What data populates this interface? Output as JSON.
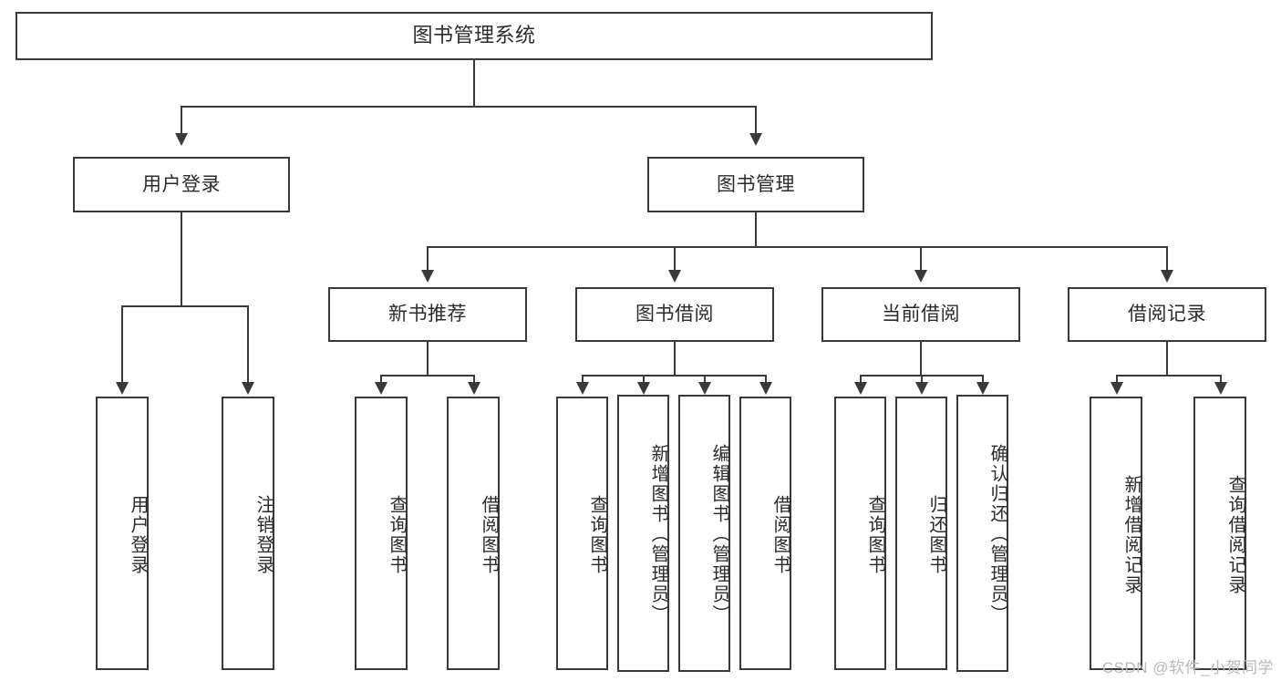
{
  "diagram": {
    "title": "图书管理系统",
    "type": "hierarchy-tree",
    "root": {
      "id": "root",
      "label": "图书管理系统"
    },
    "level2": [
      {
        "id": "user-login",
        "label": "用户登录"
      },
      {
        "id": "book-management",
        "label": "图书管理"
      }
    ],
    "level3": [
      {
        "id": "new-book-recommend",
        "label": "新书推荐"
      },
      {
        "id": "book-borrow",
        "label": "图书借阅"
      },
      {
        "id": "current-borrow",
        "label": "当前借阅"
      },
      {
        "id": "borrow-record",
        "label": "借阅记录"
      }
    ],
    "leaves": {
      "user_login": [
        {
          "id": "leaf-user-login",
          "label": "用户登录"
        },
        {
          "id": "leaf-logout-login",
          "label": "注销登录"
        }
      ],
      "new_book_recommend": [
        {
          "id": "leaf-query-book-1",
          "label": "查询图书"
        },
        {
          "id": "leaf-borrow-book-1",
          "label": "借阅图书"
        }
      ],
      "book_borrow": [
        {
          "id": "leaf-query-book-2",
          "label": "查询图书"
        },
        {
          "id": "leaf-add-book",
          "label": "新增图书（管理员）"
        },
        {
          "id": "leaf-edit-book",
          "label": "编辑图书（管理员）"
        },
        {
          "id": "leaf-borrow-book-2",
          "label": "借阅图书"
        }
      ],
      "current_borrow": [
        {
          "id": "leaf-query-book-3",
          "label": "查询图书"
        },
        {
          "id": "leaf-return-book",
          "label": "归还图书"
        },
        {
          "id": "leaf-confirm-return",
          "label": "确认归还（管理员）"
        }
      ],
      "borrow_record": [
        {
          "id": "leaf-add-record",
          "label": "新增借阅记录"
        },
        {
          "id": "leaf-query-record",
          "label": "查询借阅记录"
        }
      ]
    }
  },
  "watermark": {
    "text": "CSDN @软件_小贺同学"
  },
  "colors": {
    "stroke": "#3a3a3a",
    "text": "#2b2b2b",
    "background": "#ffffff",
    "watermark": "#b9b9b9"
  }
}
